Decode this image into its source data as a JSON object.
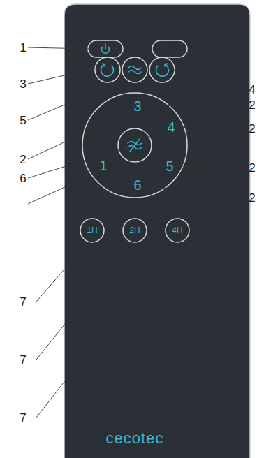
{
  "diagram": {
    "labels": [
      "1",
      "3",
      "4",
      "5",
      "3",
      "2",
      "2",
      "4",
      "2",
      "6",
      "1",
      "5",
      "2",
      "6",
      "2",
      "1H",
      "2H",
      "4H",
      "7",
      "7",
      "7",
      "cecotec"
    ]
  }
}
